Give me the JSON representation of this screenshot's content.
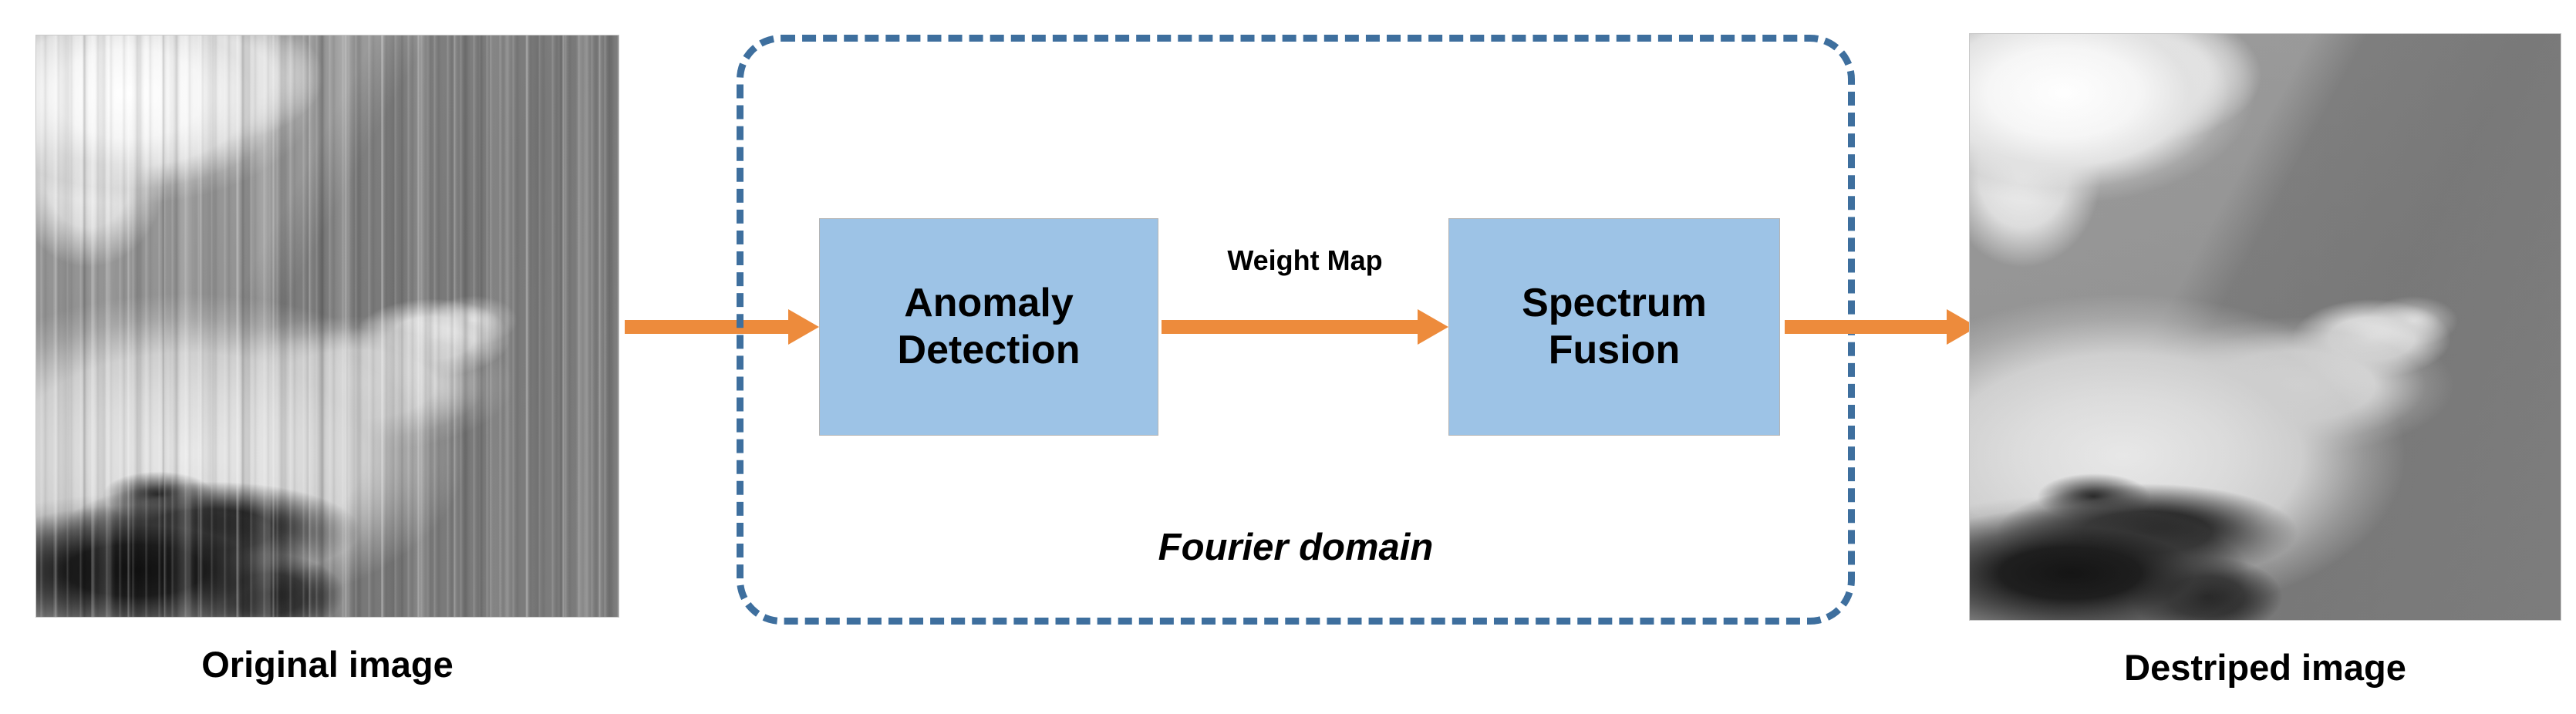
{
  "figure": {
    "type": "pipeline-diagram",
    "background_color": "#ffffff"
  },
  "panels": [
    {
      "id": "original",
      "caption": "Original image",
      "content_description": "grayscale satellite image with vertical stripe noise",
      "has_stripes": true
    },
    {
      "id": "destriped",
      "caption": "Destriped image",
      "content_description": "grayscale satellite image with stripe noise removed",
      "has_stripes": false
    }
  ],
  "domain_box": {
    "label": "Fourier domain",
    "border_color": "#3e6f9e",
    "border_style": "dashed"
  },
  "blocks": [
    {
      "id": "anomaly-detection",
      "line1": "Anomaly",
      "line2": "Detection",
      "fill_color": "#9dc3e6"
    },
    {
      "id": "spectrum-fusion",
      "line1": "Spectrum",
      "line2": "Fusion",
      "fill_color": "#9dc3e6"
    }
  ],
  "arrows": [
    {
      "id": "input-arrow",
      "label": "",
      "color": "#ed8b3c",
      "from": "original",
      "to": "anomaly-detection"
    },
    {
      "id": "weight-map-arrow",
      "label": "Weight Map",
      "color": "#ed8b3c",
      "from": "anomaly-detection",
      "to": "spectrum-fusion"
    },
    {
      "id": "output-arrow",
      "label": "",
      "color": "#ed8b3c",
      "from": "spectrum-fusion",
      "to": "destriped"
    }
  ],
  "colors": {
    "accent_orange": "#ed8b3c",
    "block_blue": "#9dc3e6",
    "dashed_blue": "#3e6f9e",
    "text_black": "#000000"
  }
}
